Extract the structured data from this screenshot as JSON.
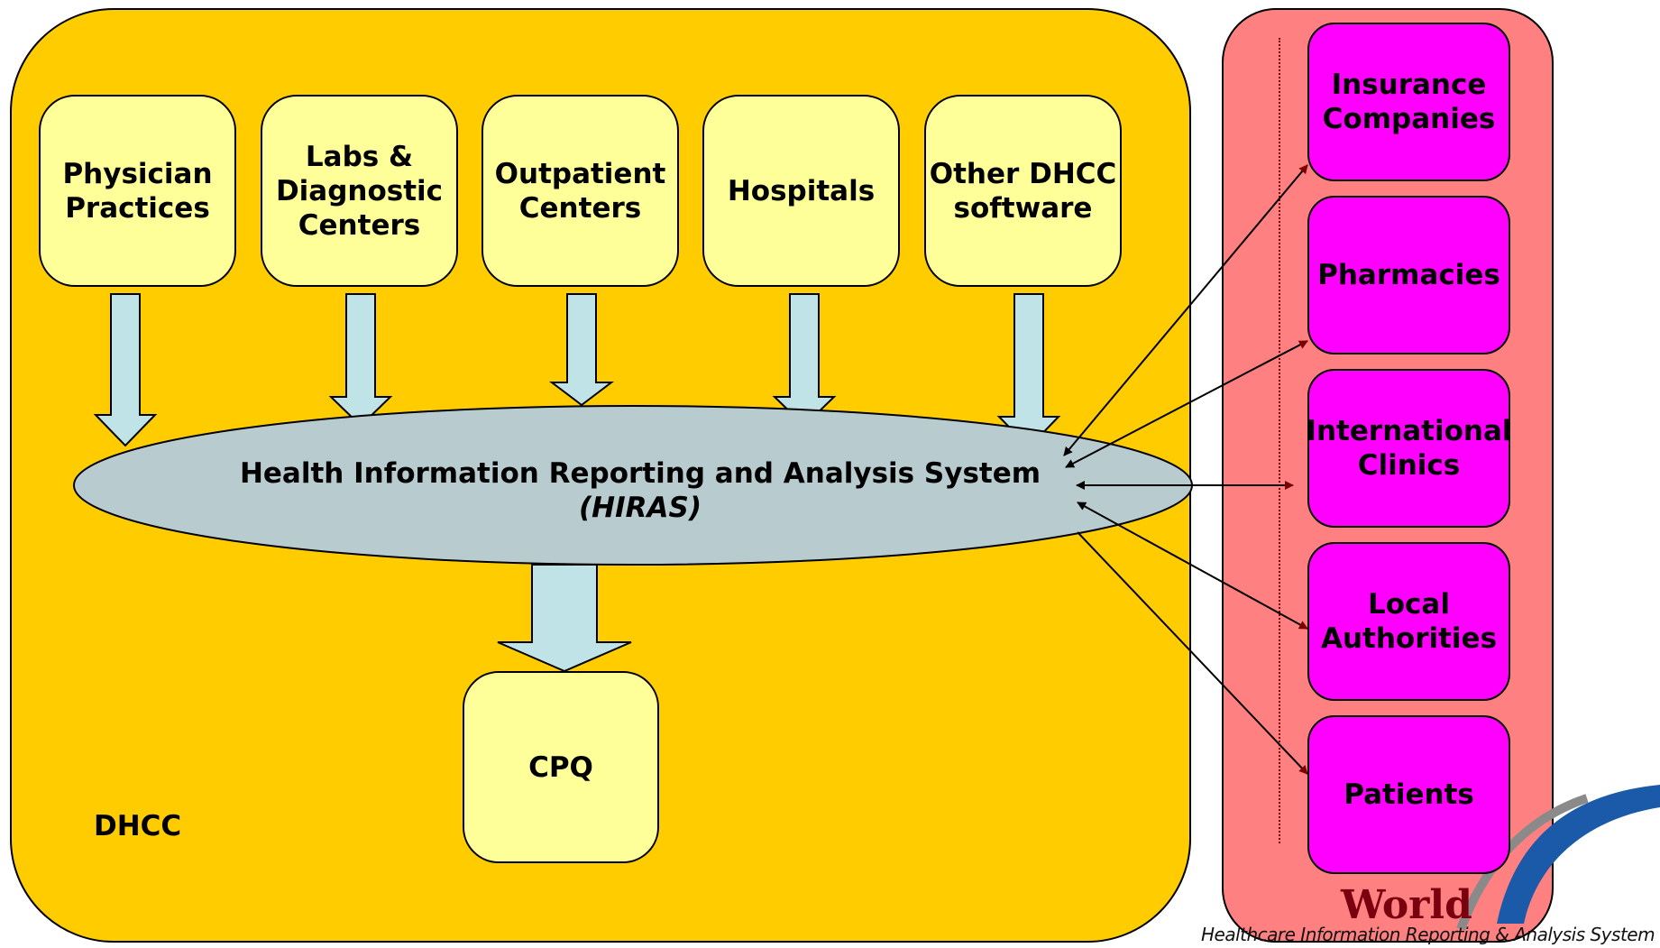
{
  "dhcc": {
    "label": "DHCC"
  },
  "sources": [
    {
      "label": "Physician Practices"
    },
    {
      "label": "Labs & Diagnostic Centers"
    },
    {
      "label": "Outpatient Centers"
    },
    {
      "label": "Hospitals"
    },
    {
      "label": "Other DHCC software"
    }
  ],
  "hiras": {
    "title": "Health Information Reporting and Analysis System",
    "acronym": "(HIRAS)"
  },
  "output": {
    "label": "CPQ"
  },
  "external": [
    {
      "label": "Insurance Companies"
    },
    {
      "label": "Pharmacies"
    },
    {
      "label": "International Clinics"
    },
    {
      "label": "Local Authorities"
    },
    {
      "label": "Patients"
    }
  ],
  "logo": {
    "word": "World",
    "subtitle": "Healthcare Information Reporting & Analysis System"
  },
  "colors": {
    "dhcc_background": "#ffcc00",
    "external_background": "#ff8080",
    "source_box": "#ffff99",
    "external_box": "#ff00ff",
    "ellipse": "#b8ccd0",
    "flow_arrow": "#bfe3e6",
    "connector": "#7a0000"
  }
}
